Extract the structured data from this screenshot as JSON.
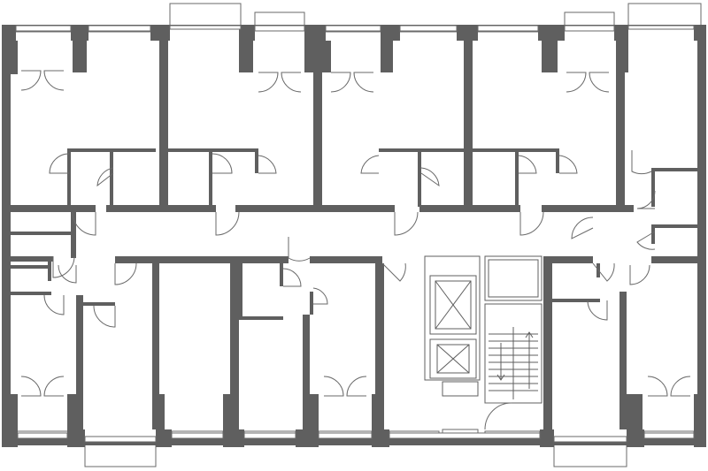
{
  "drawing": {
    "type": "residential-floor-plan",
    "colors": {
      "wall": "#5f5f5f",
      "line": "#6a6a6a",
      "background": "#ffffff"
    },
    "symbols": [
      "elevator-shaft",
      "staircase",
      "door-swing",
      "window",
      "balcony"
    ]
  }
}
